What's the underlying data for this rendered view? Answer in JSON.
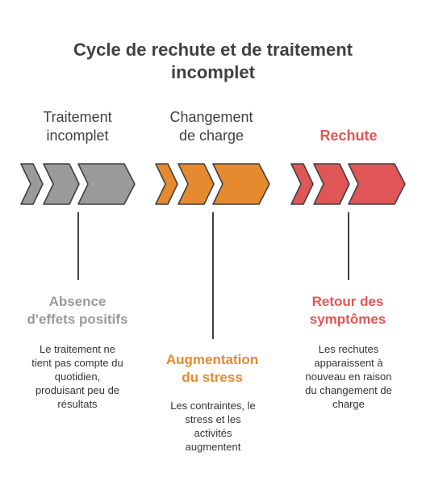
{
  "title_line1": "Cycle de rechute et de traitement",
  "title_line2": "incomplet",
  "colors": {
    "gray": "#9a9a9a",
    "orange": "#e58a2e",
    "red": "#e05656",
    "dark": "#404040"
  },
  "stages": [
    {
      "label_line1": "Traitement",
      "label_line2": "incomplet",
      "outcome_title_line1": "Absence",
      "outcome_title_line2": "d'effets positifs",
      "desc_lines": [
        "Le traitement ne",
        "tient pas compte du",
        "quotidien,",
        "produisant peu de",
        "résultats"
      ]
    },
    {
      "label_line1": "Changement",
      "label_line2": "de charge",
      "outcome_title_line1": "Augmentation",
      "outcome_title_line2": "du stress",
      "desc_lines": [
        "Les contraintes, le",
        "stress et les",
        "activités",
        "augmentent"
      ]
    },
    {
      "label_line1": "Rechute",
      "label_line2": "",
      "outcome_title_line1": "Retour des",
      "outcome_title_line2": "symptômes",
      "desc_lines": [
        "Les rechutes",
        "apparaissent à",
        "nouveau en raison",
        "du changement de",
        "charge"
      ]
    }
  ]
}
